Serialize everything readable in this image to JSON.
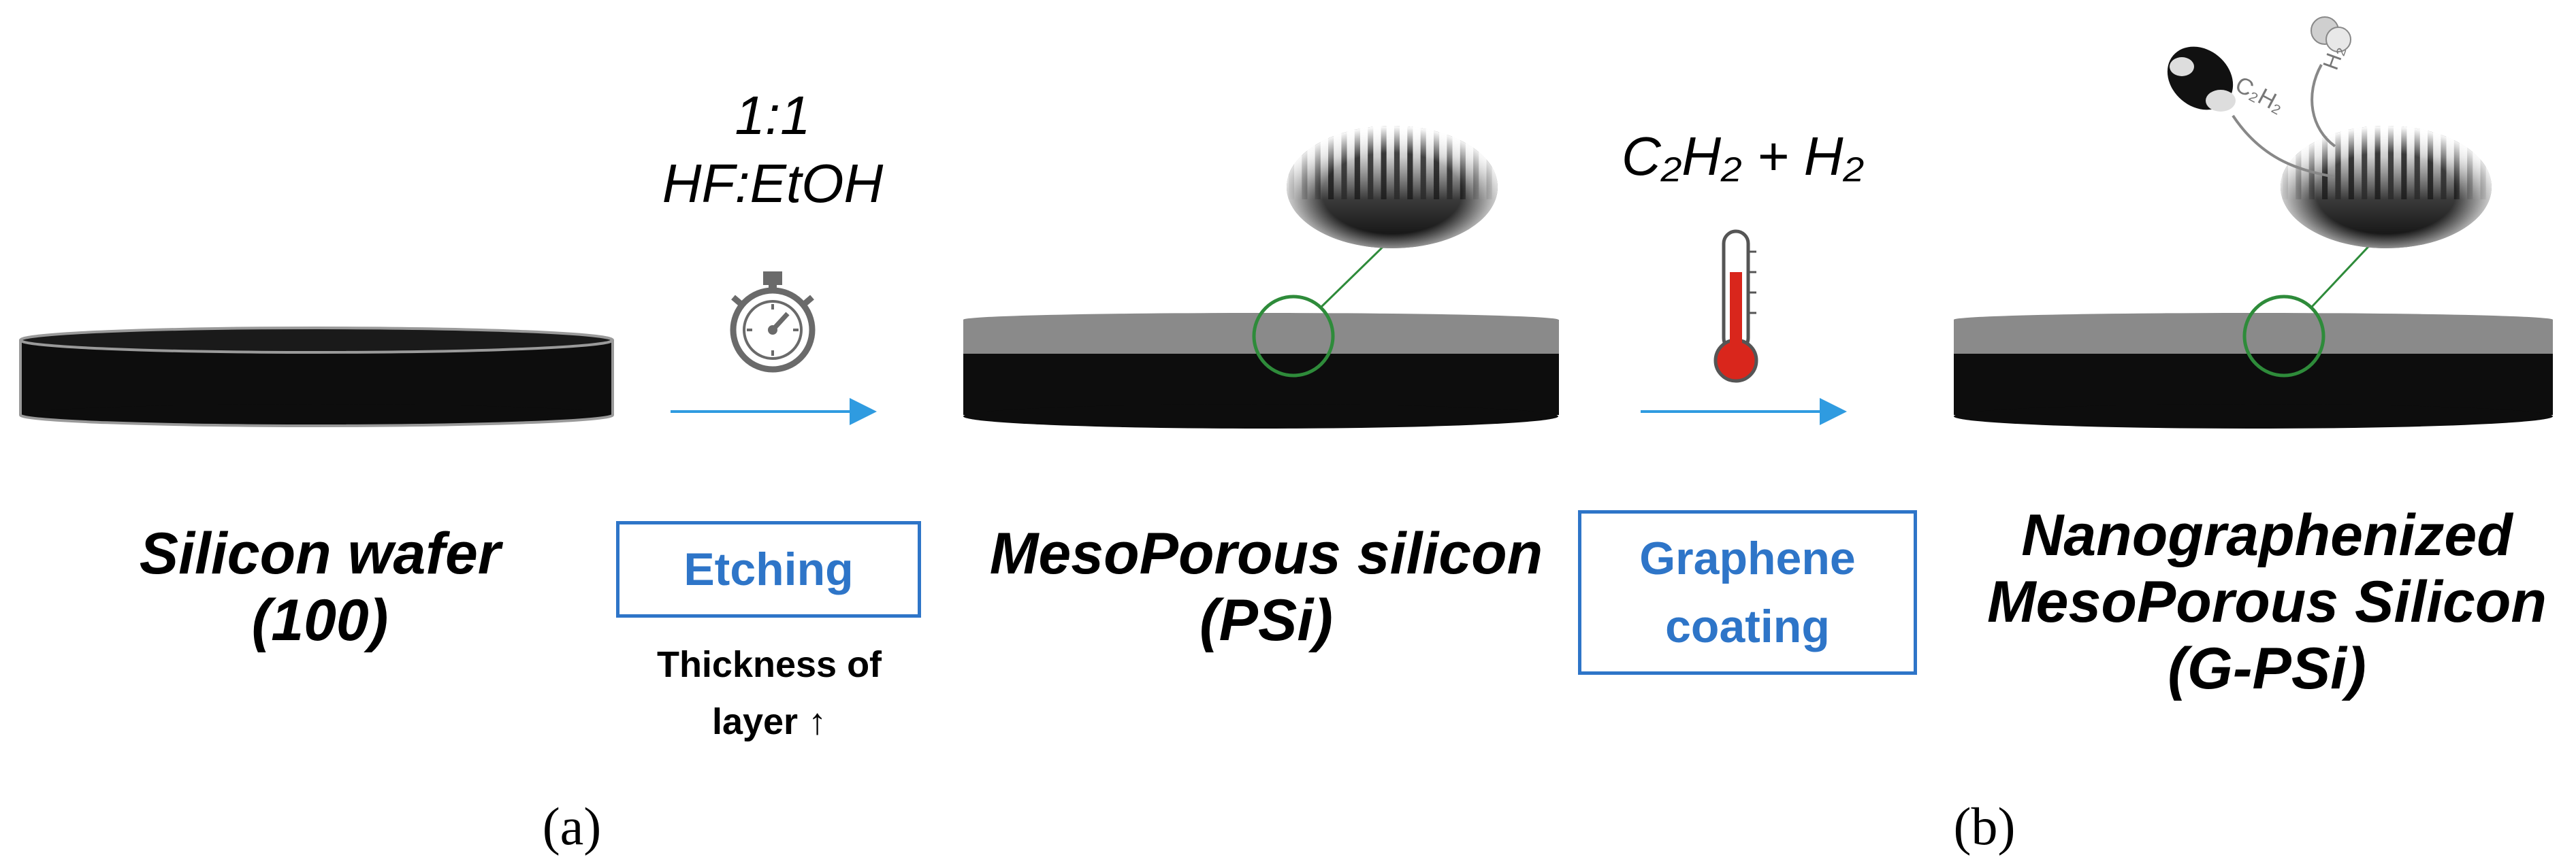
{
  "stages": [
    {
      "id": "wafer",
      "title_line1": "Silicon wafer",
      "title_line2": "(100)"
    },
    {
      "id": "psi",
      "title_line1": "MesoPorous silicon",
      "title_line2": "(PSi)"
    },
    {
      "id": "gpsi",
      "title_line1": "Nanographenized",
      "title_line2": "MesoPorous Silicon",
      "title_line3": "(G-PSi)"
    }
  ],
  "steps": [
    {
      "id": "etching",
      "reagent_line1": "1:1",
      "reagent_line2": "HF:EtOH",
      "box_label": "Etching",
      "note_line1": "Thickness of",
      "note_line2": "layer ↑",
      "icon": "stopwatch-icon"
    },
    {
      "id": "coating",
      "reagent": "C₂H₂ + H₂",
      "box_line1": "Graphene",
      "box_line2": "coating",
      "icon": "thermometer-icon"
    }
  ],
  "molecules": {
    "c2h2": "C₂H₂",
    "h2": "H₂"
  },
  "panels": {
    "a": "(a)",
    "b": "(b)"
  },
  "colors": {
    "accent": "#2e75c8",
    "arrow": "#2f9be0",
    "zoom": "#2e8b3a",
    "wafer": "#0d0d0d",
    "layer": "#8a8a8a"
  }
}
